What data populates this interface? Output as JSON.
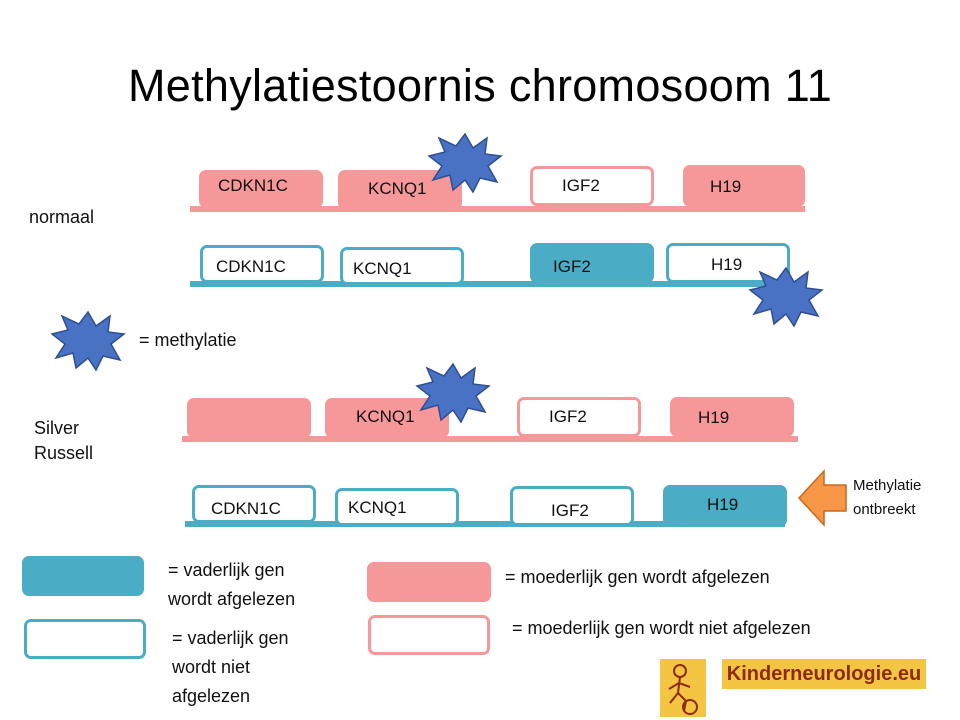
{
  "title": "Methylatiestoornis chromosoom 11",
  "labels": {
    "normaal": "normaal",
    "silver_line1": "Silver",
    "silver_line2": "Russell",
    "methylatie_legend": "= methylatie",
    "ontbreekt_line1": "Methylatie",
    "ontbreekt_line2": "ontbreekt"
  },
  "rows": {
    "normaal_maternal": {
      "cdkn1c": "CDKN1C",
      "kcnq1": "KCNQ1",
      "igf2": "IGF2",
      "h19": "H19"
    },
    "normaal_paternal": {
      "cdkn1c": "CDKN1C",
      "kcnq1": "KCNQ1",
      "igf2": "IGF2",
      "h19": "H19"
    },
    "sr_maternal": {
      "kcnq1": "KCNQ1",
      "igf2": "IGF2",
      "h19": "H19"
    },
    "sr_paternal": {
      "cdkn1c": "CDKN1C",
      "kcnq1": "KCNQ1",
      "igf2": "IGF2",
      "h19": "H19"
    }
  },
  "legend": {
    "paternal_read_1": "= vaderlijk gen",
    "paternal_read_2": "wordt afgelezen",
    "paternal_notread_1": "= vaderlijk gen",
    "paternal_notread_2": "wordt niet",
    "paternal_notread_3": "afgelezen",
    "maternal_read": "= moederlijk gen wordt afgelezen",
    "maternal_notread": "= moederlijk gen wordt niet afgelezen"
  },
  "logo": {
    "text": "Kinderneurologie.eu"
  },
  "colors": {
    "maternal": "#f6979a",
    "paternal": "#4bacc6",
    "methylation_star": "#4a72c4",
    "arrow": "#f79646"
  },
  "icons": {
    "methylation": "star-burst-icon",
    "arrow": "left-arrow-icon",
    "logo": "child-figure-icon"
  }
}
